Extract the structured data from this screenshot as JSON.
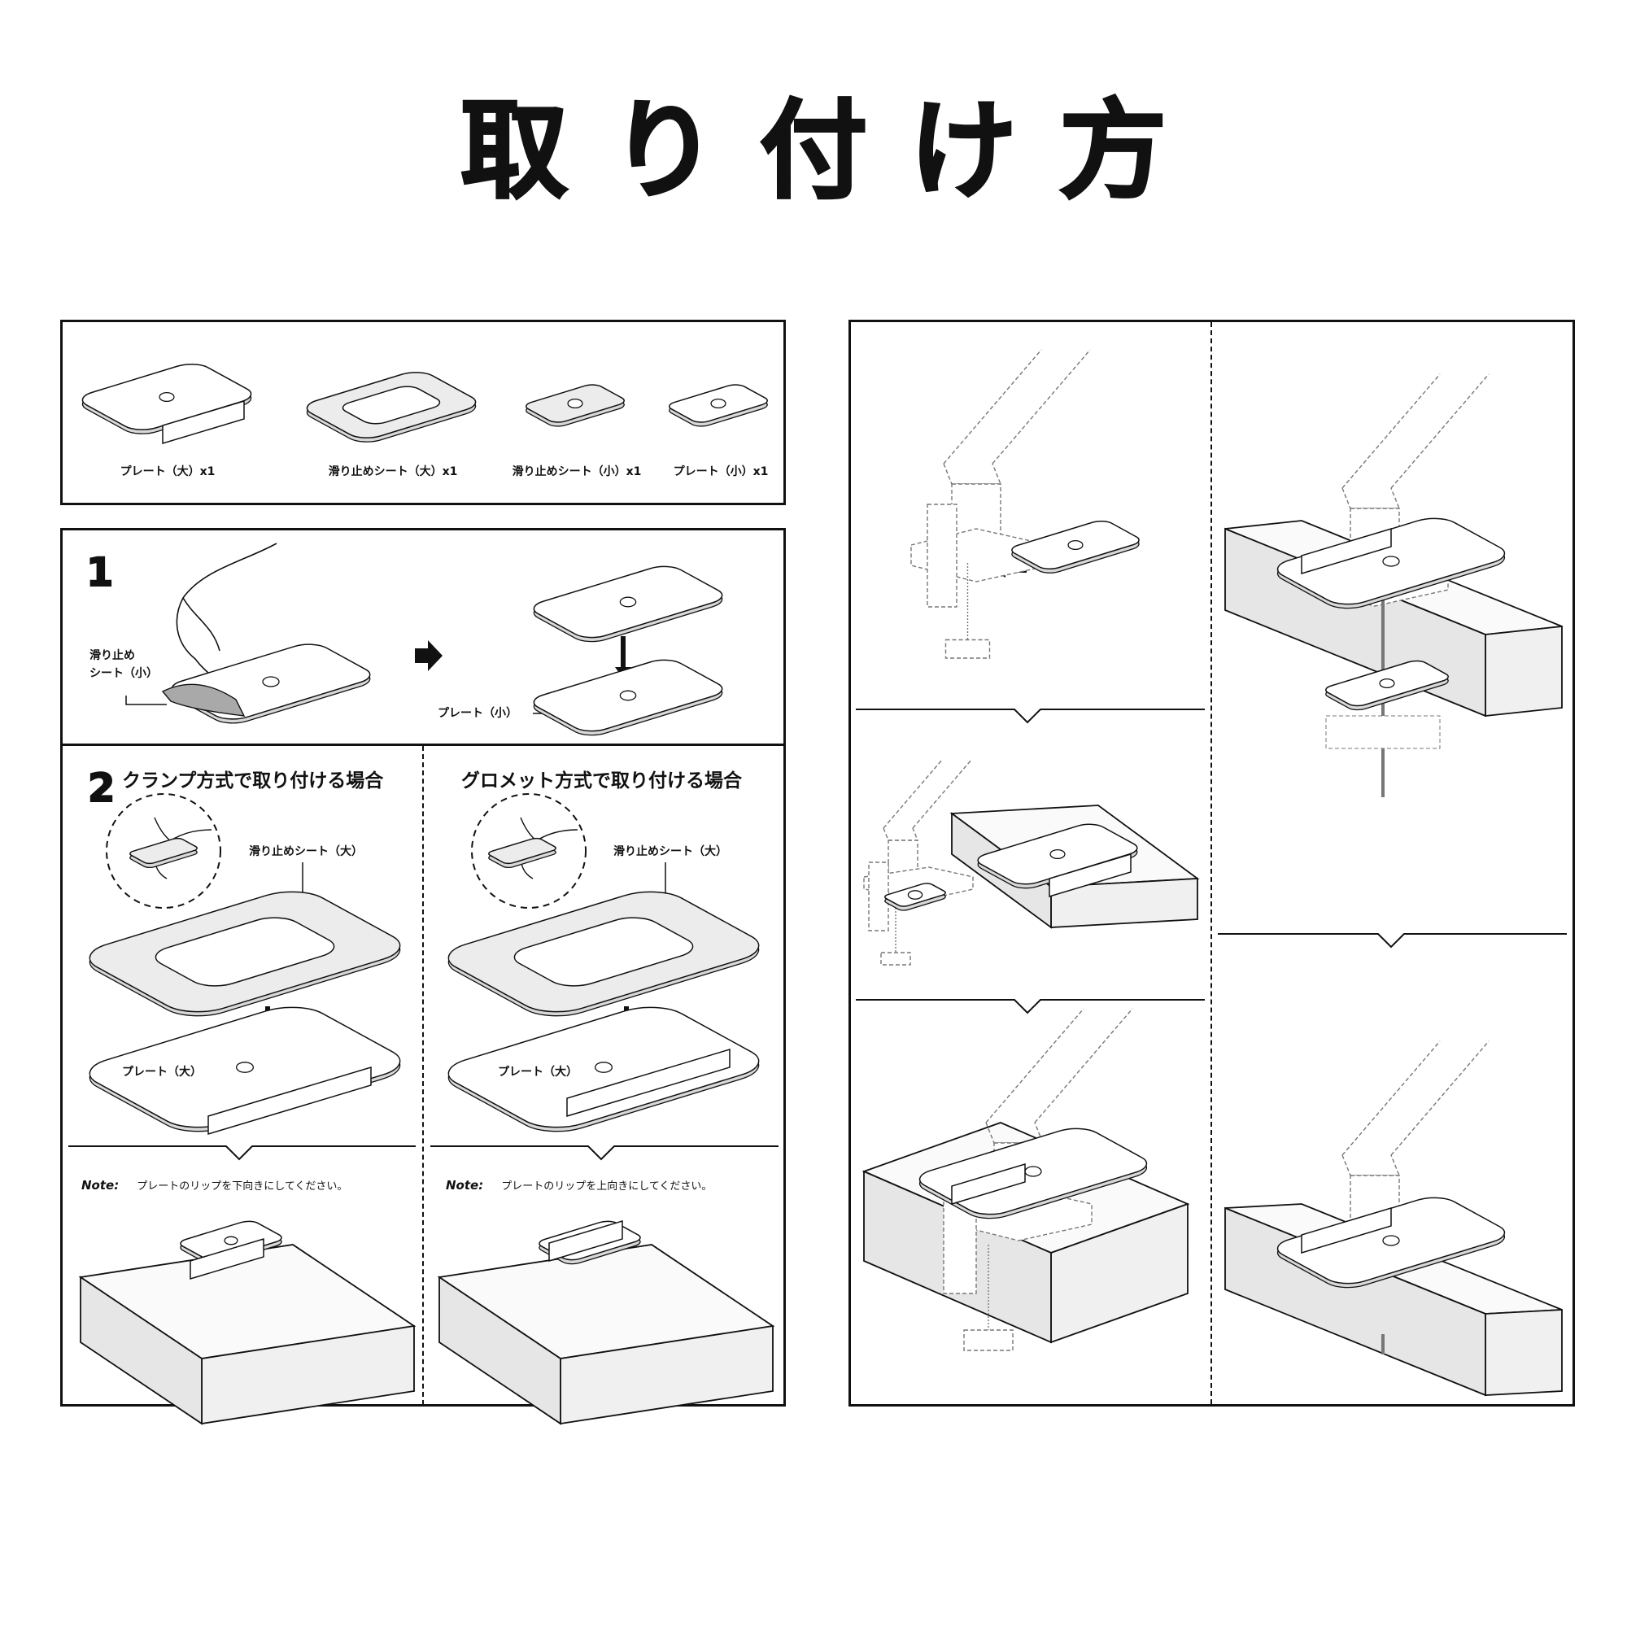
{
  "title": "取り付け方",
  "parts": [
    {
      "label": "プレート（大）x1"
    },
    {
      "label": "滑り止めシート（大）x1"
    },
    {
      "label": "滑り止めシート（小）x1"
    },
    {
      "label": "プレート（小）x1"
    }
  ],
  "step1": {
    "number": "1",
    "sheet_label_line1": "滑り止め",
    "sheet_label_line2": "シート（小）",
    "plate_label": "プレート（小）"
  },
  "step2": {
    "number": "2",
    "clamp": {
      "heading": "クランプ方式で取り付ける場合",
      "sheet_label": "滑り止めシート（大）",
      "plate_label": "プレート（大）",
      "note_label": "Note:",
      "note_text": "プレートのリップを下向きにしてください。"
    },
    "grommet": {
      "heading": "グロメット方式で取り付ける場合",
      "sheet_label": "滑り止めシート（大）",
      "plate_label": "プレート（大）",
      "note_label": "Note:",
      "note_text": "プレートのリップを上向きにしてください。"
    }
  },
  "colors": {
    "line": "#111111",
    "sheet_fill": "#ececec",
    "desk_fill": "#f0f0f0",
    "peel_fill": "#a9a9a9"
  }
}
